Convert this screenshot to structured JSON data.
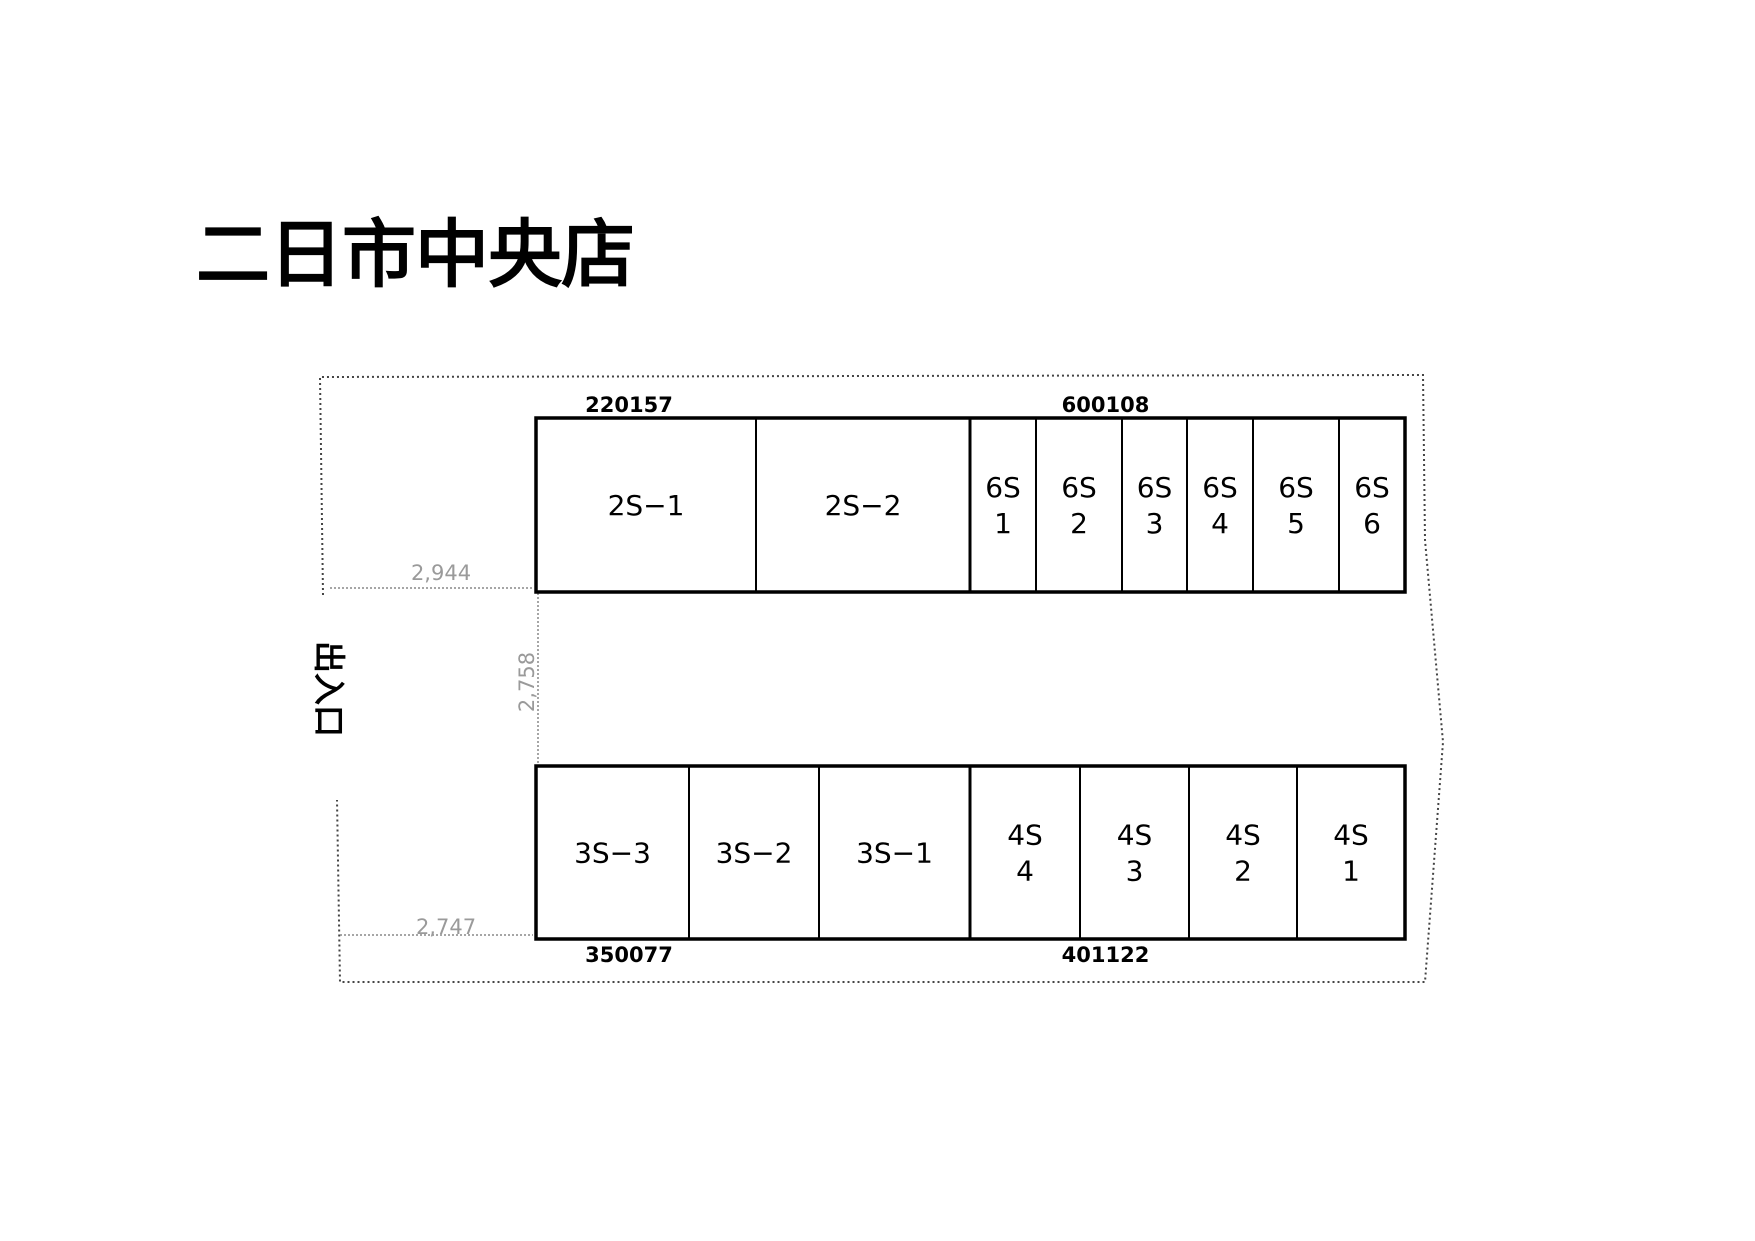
{
  "title": "二日市中央店",
  "entrance_label": "出入口",
  "dimensions": {
    "top_gap": "2,944",
    "aisle_width": "2,758",
    "bottom_gap": "2,747"
  },
  "top_row": {
    "groups": [
      {
        "code": "220157",
        "units": [
          {
            "lines": [
              "2S−1"
            ]
          },
          {
            "lines": [
              "2S−2"
            ]
          }
        ]
      },
      {
        "code": "600108",
        "units": [
          {
            "lines": [
              "6S",
              "1"
            ]
          },
          {
            "lines": [
              "6S",
              "2"
            ]
          },
          {
            "lines": [
              "6S",
              "3"
            ]
          },
          {
            "lines": [
              "6S",
              "4"
            ]
          },
          {
            "lines": [
              "6S",
              "5"
            ]
          },
          {
            "lines": [
              "6S",
              "6"
            ]
          }
        ]
      }
    ]
  },
  "bottom_row": {
    "groups": [
      {
        "code": "350077",
        "units": [
          {
            "lines": [
              "3S−3"
            ]
          },
          {
            "lines": [
              "3S−2"
            ]
          },
          {
            "lines": [
              "3S−1"
            ]
          }
        ]
      },
      {
        "code": "401122",
        "units": [
          {
            "lines": [
              "4S",
              "4"
            ]
          },
          {
            "lines": [
              "4S",
              "3"
            ]
          },
          {
            "lines": [
              "4S",
              "2"
            ]
          },
          {
            "lines": [
              "4S",
              "1"
            ]
          }
        ]
      }
    ]
  }
}
